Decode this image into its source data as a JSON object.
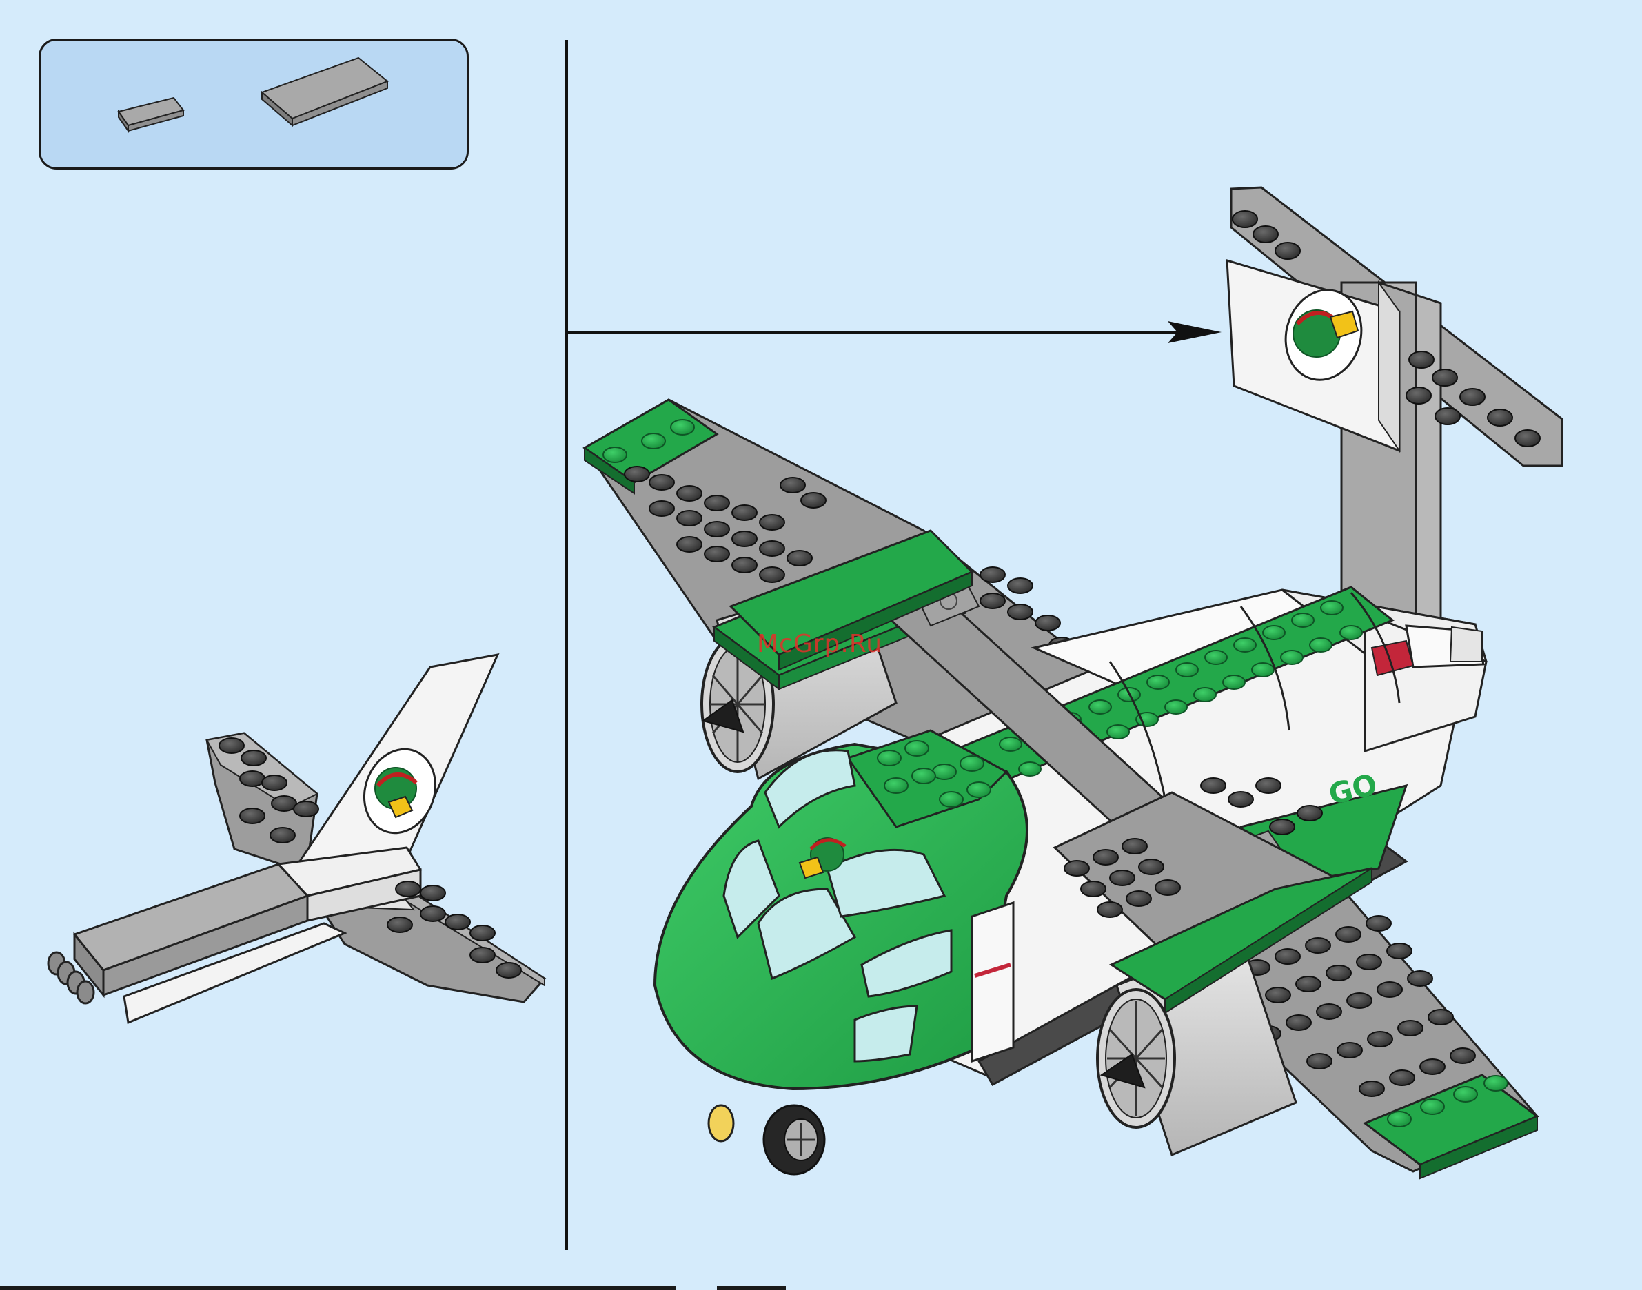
{
  "watermark": {
    "text": "McGrp.Ru"
  },
  "colors": {
    "background": "#d5ebfb",
    "parts_box": "#b9d8f3",
    "green": "#23a84a",
    "dark_green": "#146e2f",
    "gray": "#a3a3a3",
    "dark_gray": "#4a4a4a",
    "white": "#f4f4f4"
  },
  "parts": [
    {
      "name": "small-gray-tile",
      "count_shown": 1
    },
    {
      "name": "long-gray-tile",
      "count_shown": 1
    }
  ],
  "fuselage_label": {
    "text": "GO"
  }
}
